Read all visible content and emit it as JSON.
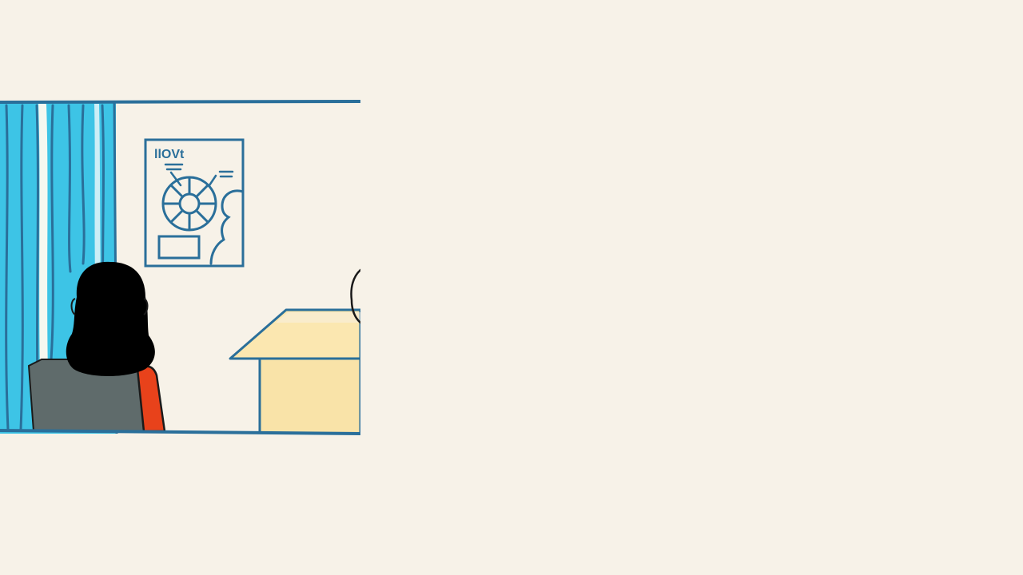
{
  "scene": {
    "kind": "illustration",
    "panel_reveal": 0.35,
    "colors": {
      "background": "#f7f2e8",
      "frame_stroke": "#2a6f9a",
      "curtain": "#3dc4e6",
      "curtain_highlight": "#e8f6f9",
      "poster_stroke": "#2a6f9a",
      "hair": "#000000",
      "chair": "#5f6b6b",
      "sweater": "#e8421b",
      "desk_top": "#fbe7b0",
      "desk_front": "#f9e3a8",
      "ink": "#1a1a1a"
    },
    "poster": {
      "heading": "llOVt"
    }
  }
}
